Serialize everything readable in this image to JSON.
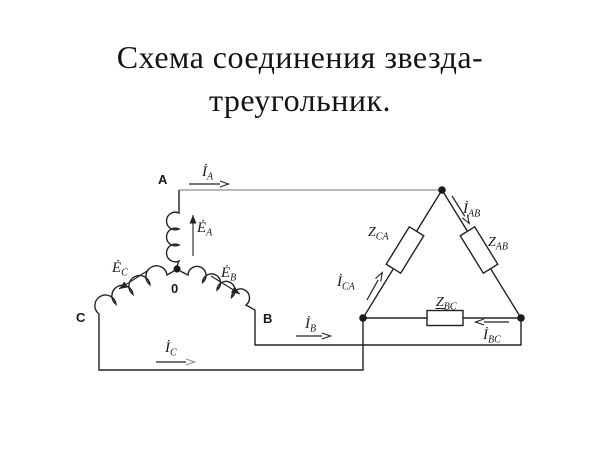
{
  "title": {
    "line1": "Схема соединения звезда-",
    "line2": "треугольник."
  },
  "diagram": {
    "terminals": {
      "a": "A",
      "b": "B",
      "c": "C",
      "neutral": "0"
    },
    "emf_labels": {
      "ea": {
        "sym": "Ė",
        "sub": "A"
      },
      "eb": {
        "sym": "Ė",
        "sub": "B"
      },
      "ec": {
        "sym": "Ė",
        "sub": "C"
      }
    },
    "line_currents": {
      "ia": {
        "sym": "İ",
        "sub": "A"
      },
      "ib": {
        "sym": "İ",
        "sub": "B"
      },
      "ic": {
        "sym": "İ",
        "sub": "C"
      }
    },
    "phase_currents": {
      "iab": {
        "sym": "İ",
        "sub": "AB"
      },
      "ibc": {
        "sym": "İ",
        "sub": "BC"
      },
      "ica": {
        "sym": "İ",
        "sub": "CA"
      }
    },
    "impedances": {
      "zab": {
        "sym": "Z",
        "sub": "AB"
      },
      "zbc": {
        "sym": "Z",
        "sub": "BC"
      },
      "zca": {
        "sym": "Z",
        "sub": "CA"
      }
    },
    "colors": {
      "ink": "#222222",
      "feeder_line": "#8f8f8f",
      "background": "#ffffff"
    }
  }
}
